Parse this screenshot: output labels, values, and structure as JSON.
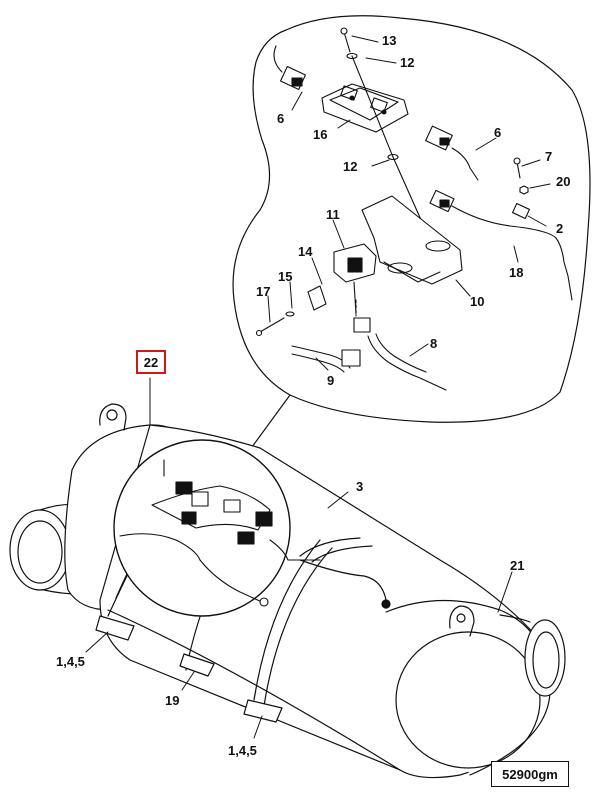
{
  "figure_id": "52900gm",
  "highlighted_callout": "22",
  "highlight_color": "#d01818",
  "labels": {
    "l13": "13",
    "l12a": "12",
    "l6a": "6",
    "l16": "16",
    "l6b": "6",
    "l7": "7",
    "l12b": "12",
    "l20": "20",
    "l11": "11",
    "l2": "2",
    "l14": "14",
    "l18": "18",
    "l15": "15",
    "l17": "17",
    "l10": "10",
    "l8": "8",
    "l9": "9",
    "l3": "3",
    "l21": "21",
    "l145a": "1,4,5",
    "l19": "19",
    "l145b": "1,4,5"
  }
}
